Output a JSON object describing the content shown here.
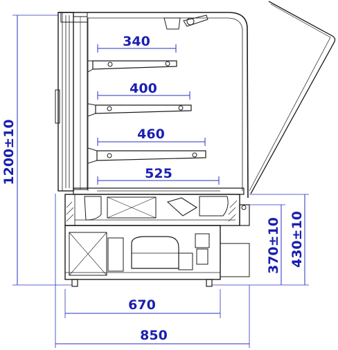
{
  "dimensions": {
    "shelf_1": "340",
    "shelf_2": "400",
    "shelf_3": "460",
    "shelf_4": "525",
    "total_height": "1200±10",
    "base_height": "370±10",
    "counter_height": "430±10",
    "base_depth": "670",
    "total_depth": "850"
  },
  "colors": {
    "dimension": "#1a1fb0",
    "outline": "#1b1b1b"
  }
}
